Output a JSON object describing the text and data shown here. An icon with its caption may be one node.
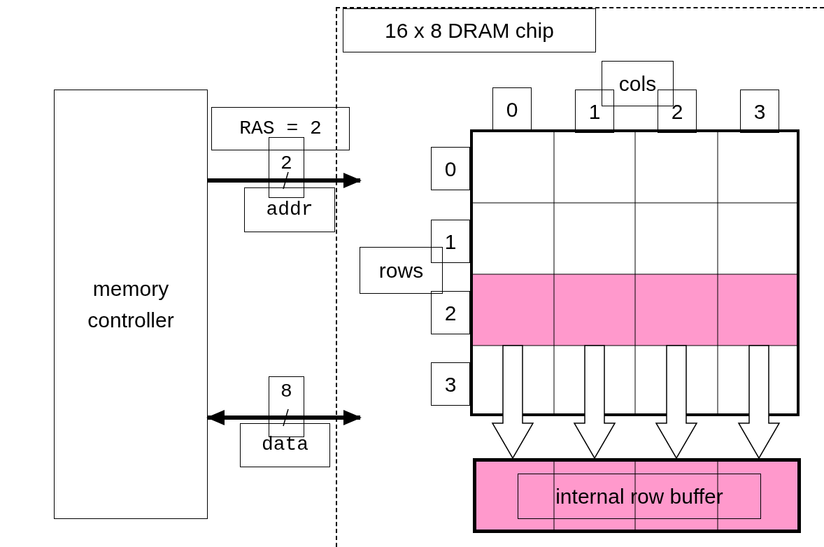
{
  "diagram": {
    "nodes": [
      {
        "text": [
          "16 x 8 DRAM chip"
        ]
      },
      {
        "text": [
          "memory controller"
        ]
      },
      {
        "text": [],
        "shape": "box",
        "in": 0
      },
      {
        "text": [],
        "shape": "bar",
        "in": 2
      },
      {
        "text": [
          "internal row buffer"
        ],
        "in": 0
      }
    ],
    "edges": [
      {
        "from": 1,
        "to": 0,
        "arrow": "to",
        "label": "addr"
      },
      {
        "from": 1,
        "to": 0,
        "arrow": "both",
        "label": "data"
      },
      {
        "from": 3,
        "to": 4,
        "arrow": "to",
        "style": "thick"
      },
      {
        "from": 3,
        "to": 4,
        "arrow": "to",
        "style": "thick"
      },
      {
        "from": 3,
        "to": 4,
        "arrow": "to",
        "style": "thick"
      },
      {
        "from": 3,
        "to": 4,
        "arrow": "to",
        "style": "thick"
      }
    ],
    "labels": [
      "cols",
      "0",
      "1",
      "2",
      "3",
      "RAS = 2",
      "2",
      "0",
      "1",
      "rows",
      "2",
      "8",
      "3"
    ]
  }
}
